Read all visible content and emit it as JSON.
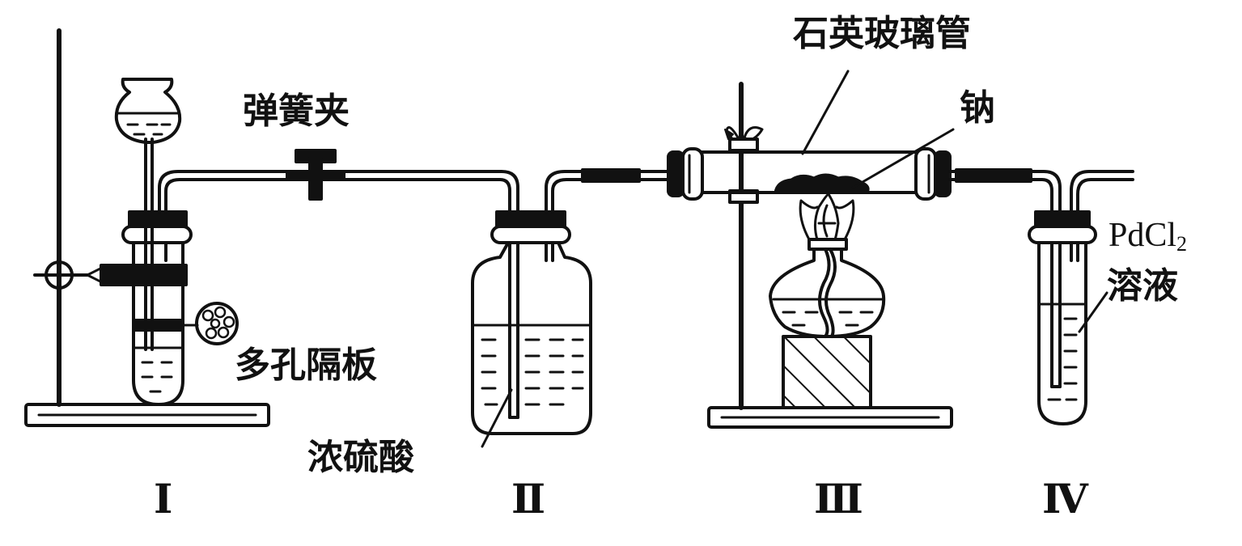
{
  "labels": {
    "spring_clamp": "弹簧夹",
    "quartz_tube": "石英玻璃管",
    "sodium": "钠",
    "porous_plate": "多孔隔板",
    "conc_sulfuric_acid": "浓硫酸",
    "pdcl2_main": "PdCl",
    "pdcl2_sub": "2",
    "solution": "溶液"
  },
  "apparatus_numbers": {
    "i": "Ⅰ",
    "ii": "Ⅱ",
    "iii": "Ⅲ",
    "iv": "Ⅳ"
  },
  "colors": {
    "line": "#111111",
    "background": "#ffffff"
  }
}
